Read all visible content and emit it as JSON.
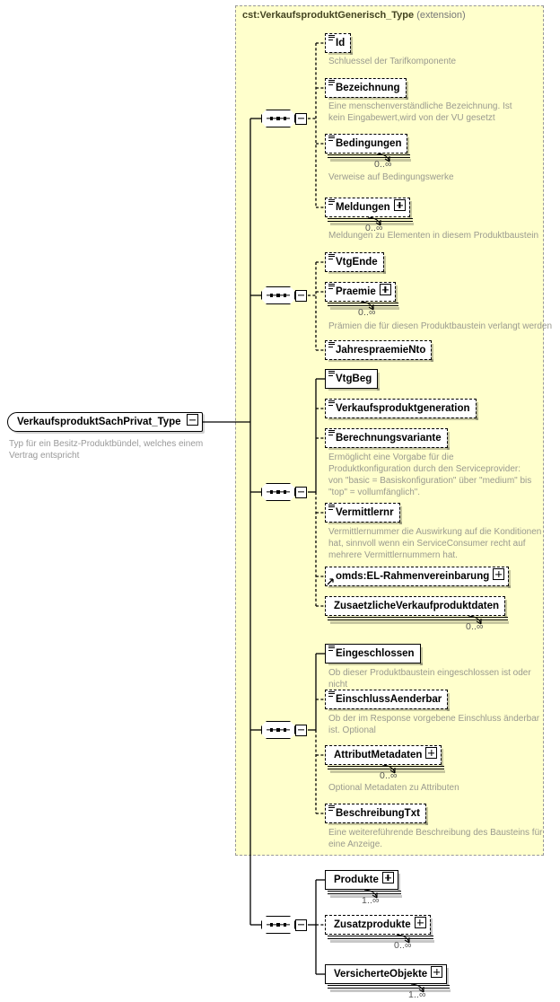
{
  "diagram": {
    "kind": "xml-schema-element-tree",
    "root": {
      "name": "VerkaufsproduktSachPrivat_Type",
      "documentation": "Typ für ein Besitz-Produktbündel, welches einem Vertrag entspricht",
      "control": "minus"
    },
    "extension": {
      "base_type": "cst:VerkaufsproduktGenerisch_Type",
      "keyword": "(extension)",
      "background": "#ffffcc",
      "border": "#999999"
    }
  },
  "groups": [
    {
      "id": "group-1",
      "compositor": "sequence",
      "control": "minus",
      "inside_extension": true,
      "elements": [
        {
          "name": "Id",
          "required": false,
          "expandable": false,
          "occurrence": "",
          "documentation": "Schluessel der Tarifkomponente"
        },
        {
          "name": "Bezeichnung",
          "required": false,
          "expandable": false,
          "occurrence": "",
          "documentation": "Eine menschenverständliche Bezeichnung. Ist kein Eingabewert,wird von der VU gesetzt"
        },
        {
          "name": "Bedingungen",
          "required": false,
          "expandable": false,
          "occurrence": "0..∞",
          "documentation": "Verweise auf Bedingungswerke"
        },
        {
          "name": "Meldungen",
          "required": false,
          "expandable": true,
          "occurrence": "0..∞",
          "documentation": "Meldungen zu Elementen in diesem Produktbaustein"
        }
      ]
    },
    {
      "id": "group-2",
      "compositor": "sequence",
      "control": "minus",
      "inside_extension": true,
      "elements": [
        {
          "name": "VtgEnde",
          "required": false,
          "expandable": false,
          "occurrence": "",
          "documentation": ""
        },
        {
          "name": "Praemie",
          "required": false,
          "expandable": true,
          "occurrence": "0..∞",
          "documentation": "Prämien die für diesen Produktbaustein verlangt werden"
        },
        {
          "name": "JahrespraemieNto",
          "required": false,
          "expandable": false,
          "occurrence": "",
          "documentation": ""
        }
      ]
    },
    {
      "id": "group-3",
      "compositor": "sequence",
      "control": "minus",
      "inside_extension": true,
      "elements": [
        {
          "name": "VtgBeg",
          "required": true,
          "expandable": false,
          "occurrence": "",
          "documentation": ""
        },
        {
          "name": "Verkaufsproduktgeneration",
          "required": false,
          "expandable": false,
          "occurrence": "",
          "documentation": ""
        },
        {
          "name": "Berechnungsvariante",
          "required": false,
          "expandable": false,
          "occurrence": "",
          "documentation": "Ermöglicht eine Vorgabe für die Produktkonfiguration durch den Serviceprovider: von \"basic = Basiskonfiguration\" über \"medium\" bis \"top\" = vollumfänglich\"."
        },
        {
          "name": "Vermittlernr",
          "required": false,
          "expandable": false,
          "occurrence": "",
          "documentation": "Vermittlernummer die Auswirkung auf die Konditionen hat, sinnvoll wenn ein ServiceConsumer recht auf mehrere Vermittlernummern hat."
        },
        {
          "name": "omds:EL-Rahmenvereinbarung",
          "required": false,
          "expandable": true,
          "occurrence": "",
          "documentation": "",
          "icon": "reference"
        },
        {
          "name": "ZusaetzlicheVerkaufproduktdaten",
          "required": false,
          "expandable": false,
          "occurrence": "0..∞",
          "documentation": ""
        }
      ]
    },
    {
      "id": "group-4",
      "compositor": "sequence",
      "control": "minus",
      "inside_extension": true,
      "elements": [
        {
          "name": "Eingeschlossen",
          "required": true,
          "expandable": false,
          "occurrence": "",
          "documentation": "Ob dieser Produktbaustein eingeschlossen ist oder nicht"
        },
        {
          "name": "EinschlussAenderbar",
          "required": false,
          "expandable": false,
          "occurrence": "",
          "documentation": "Ob der im Response vorgebene Einschluss änderbar ist. Optional"
        },
        {
          "name": "AttributMetadaten",
          "required": false,
          "expandable": true,
          "occurrence": "0..∞",
          "documentation": "Optional Metadaten zu Attributen"
        },
        {
          "name": "BeschreibungTxt",
          "required": false,
          "expandable": false,
          "occurrence": "",
          "documentation": "Eine weitereführende Beschreibung des Bausteins für eine Anzeige."
        }
      ]
    },
    {
      "id": "group-5",
      "compositor": "sequence",
      "control": "minus",
      "inside_extension": false,
      "elements": [
        {
          "name": "Produkte",
          "required": true,
          "expandable": true,
          "occurrence": "1..∞",
          "documentation": ""
        },
        {
          "name": "Zusatzprodukte",
          "required": false,
          "expandable": true,
          "occurrence": "0..∞",
          "documentation": ""
        },
        {
          "name": "VersicherteObjekte",
          "required": true,
          "expandable": true,
          "occurrence": "1..∞",
          "documentation": ""
        }
      ]
    }
  ]
}
